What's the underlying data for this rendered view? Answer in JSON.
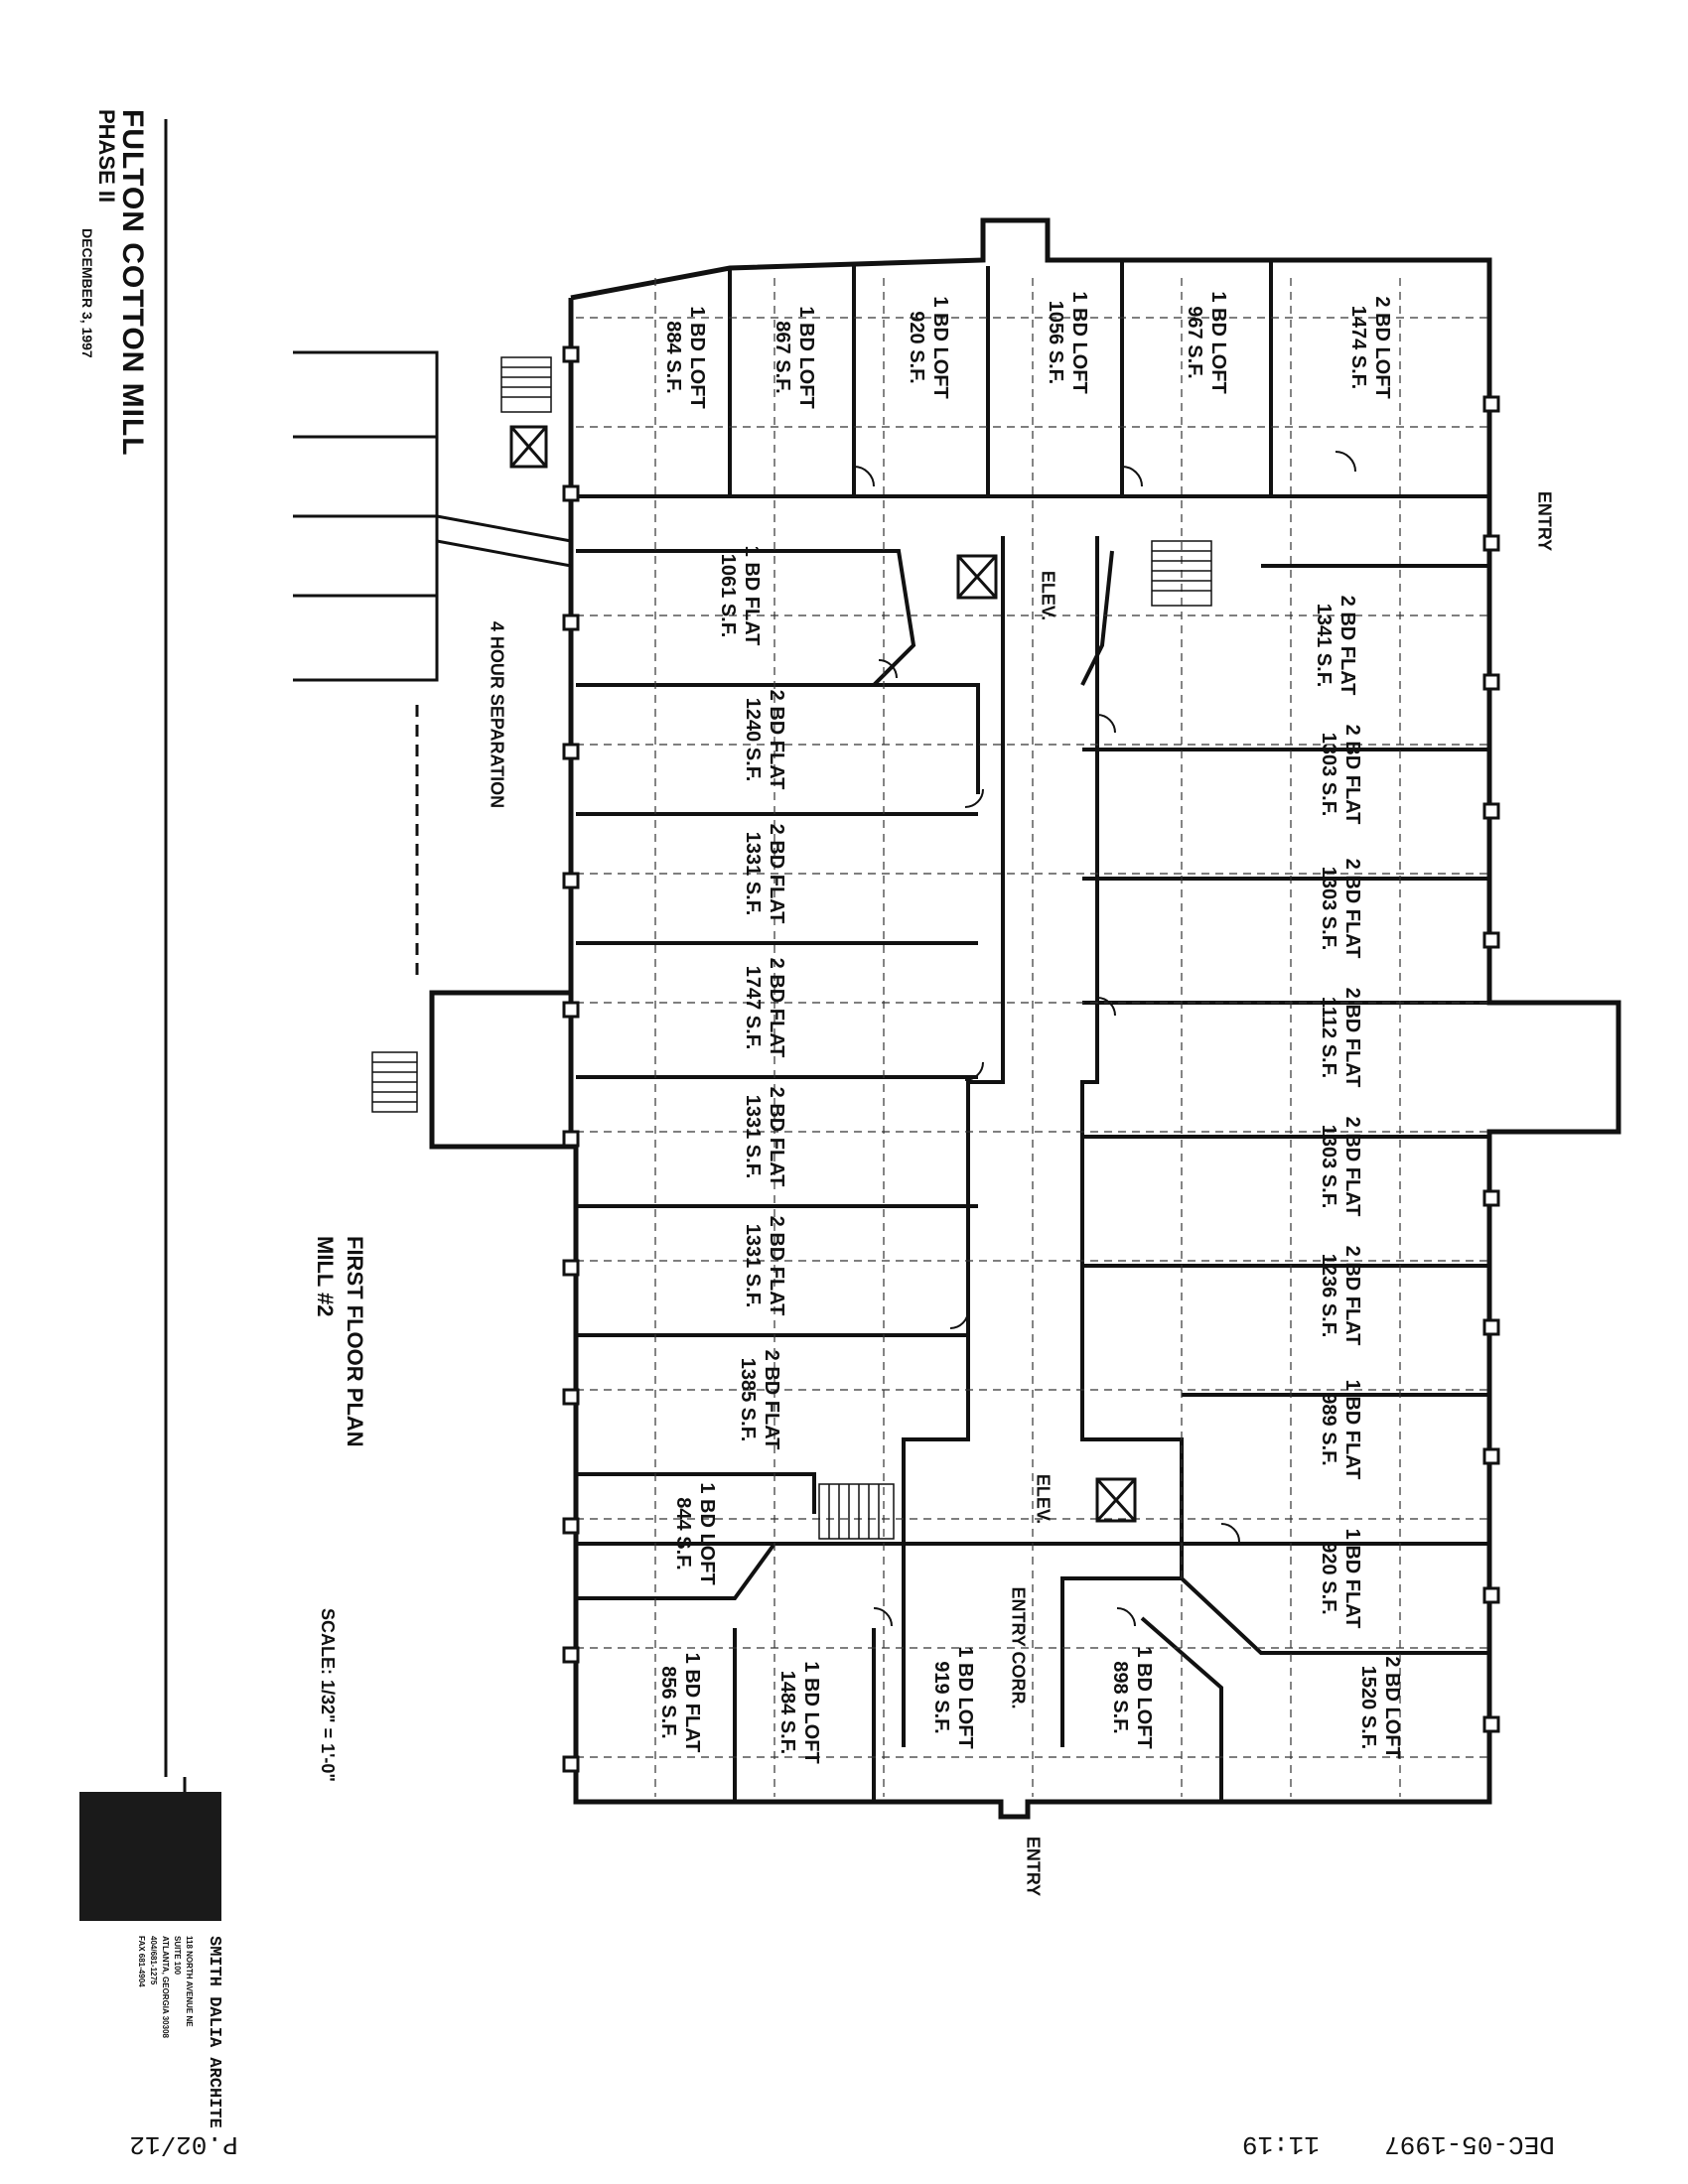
{
  "project": {
    "name": "FULTON COTTON MILL",
    "phase": "PHASE II",
    "date": "DECEMBER 3, 1997"
  },
  "drawing": {
    "title": "FIRST FLOOR PLAN",
    "building": "MILL #2",
    "scale": "SCALE: 1/32\" = 1'-0\""
  },
  "annotations": {
    "entry_top": "ENTRY",
    "entry_bottom": "ENTRY",
    "entry_corr": "ENTRY CORR.",
    "separation": "4 HOUR SEPARATION",
    "elev_1": "ELEV.",
    "elev_2": "ELEV."
  },
  "units": [
    {
      "type": "1 BD LOFT",
      "area": "884 S.F."
    },
    {
      "type": "1 BD LOFT",
      "area": "867 S.F."
    },
    {
      "type": "1 BD LOFT",
      "area": "920 S.F."
    },
    {
      "type": "1 BD LOFT",
      "area": "1056 S.F."
    },
    {
      "type": "1 BD LOFT",
      "area": "967 S.F."
    },
    {
      "type": "2 BD LOFT",
      "area": "1474 S.F."
    },
    {
      "type": "1 BD FLAT",
      "area": "1061 S.F."
    },
    {
      "type": "2 BD FLAT",
      "area": "1240 S.F."
    },
    {
      "type": "2 BD FLAT",
      "area": "1331 S.F."
    },
    {
      "type": "2 BD FLAT",
      "area": "1747 S.F."
    },
    {
      "type": "2 BD FLAT",
      "area": "1331 S.F."
    },
    {
      "type": "2 BD FLAT",
      "area": "1331 S.F."
    },
    {
      "type": "2 BD FLAT",
      "area": "1385 S.F."
    },
    {
      "type": "1 BD LOFT",
      "area": "844 S.F."
    },
    {
      "type": "1 BD FLAT",
      "area": "856 S.F."
    },
    {
      "type": "1 BD LOFT",
      "area": "1484 S.F."
    },
    {
      "type": "1 BD LOFT",
      "area": "919 S.F."
    },
    {
      "type": "2 BD FLAT",
      "area": "1341 S.F."
    },
    {
      "type": "2 BD FLAT",
      "area": "1303 S.F."
    },
    {
      "type": "2 BD FLAT",
      "area": "1303 S.F."
    },
    {
      "type": "2 BD FLAT",
      "area": "1112 S.F."
    },
    {
      "type": "2 BD FLAT",
      "area": "1303 S.F."
    },
    {
      "type": "2 BD FLAT",
      "area": "1236 S.F."
    },
    {
      "type": "1 BD FLAT",
      "area": "989 S.F."
    },
    {
      "type": "1 BD FLAT",
      "area": "920 S.F."
    },
    {
      "type": "1 BD LOFT",
      "area": "898 S.F."
    },
    {
      "type": "2 BD LOFT",
      "area": "1520 S.F."
    }
  ],
  "firm": {
    "name": "SMITH DALIA ARCHITE",
    "lines": [
      "118 NORTH AVENUE NE",
      "SUITE 100",
      "ATLANTA, GEORGIA 30308",
      "404/681-1275",
      "FAX 681-4904"
    ]
  },
  "fax_header": {
    "page": "P.02/12",
    "time": "11:19",
    "date": "DEC-05-1997"
  }
}
